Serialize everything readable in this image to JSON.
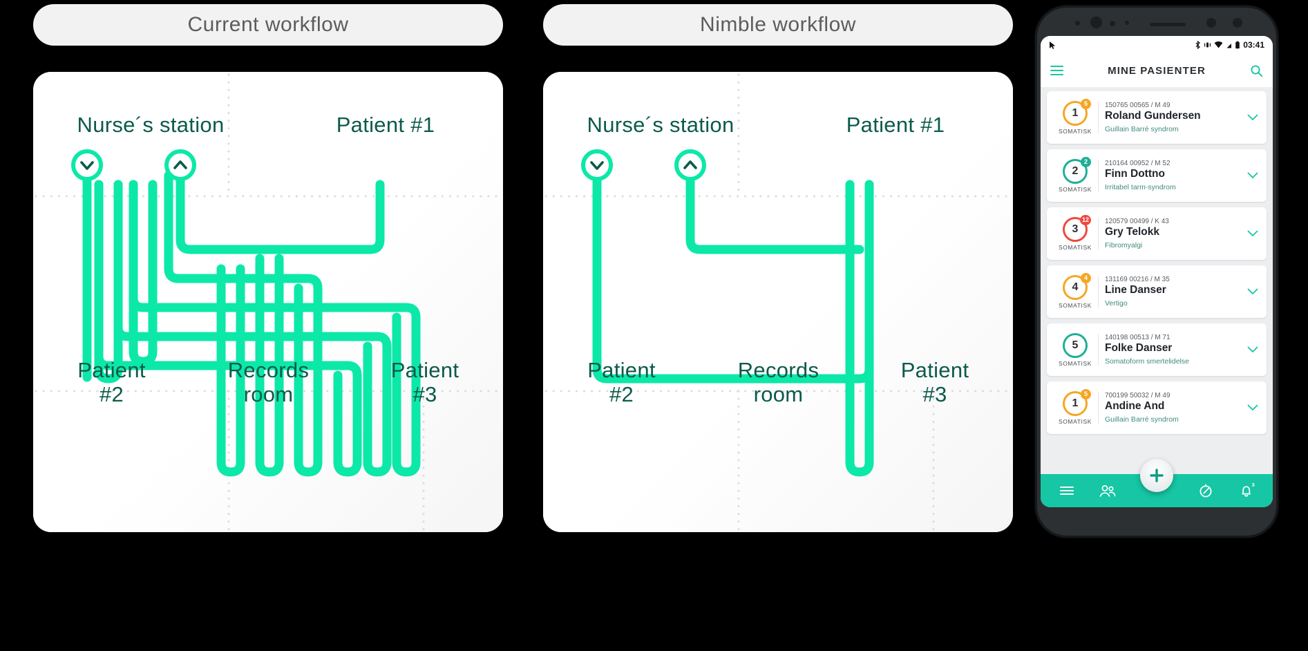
{
  "panels": [
    {
      "id": "current",
      "pill_label": "Current workflow",
      "zones": {
        "top_left": "Nurse´s station",
        "top_right": "Patient #1",
        "bottom_left": "Patient\n#2",
        "bottom_center": "Records\nroom",
        "bottom_right": "Patient\n#3"
      },
      "node_icons": [
        "chevron-down-icon",
        "chevron-up-icon"
      ]
    },
    {
      "id": "nimble",
      "pill_label": "Nimble workflow",
      "zones": {
        "top_left": "Nurse´s station",
        "top_right": "Patient #1",
        "bottom_left": "Patient\n#2",
        "bottom_center": "Records\nroom",
        "bottom_right": "Patient\n#3"
      },
      "node_icons": [
        "chevron-down-icon",
        "chevron-up-icon"
      ]
    }
  ],
  "colors": {
    "route_green": "#0ce8a8",
    "zone_label": "#0c5a4b",
    "pill_bg": "#f2f2f2",
    "pill_text": "#5c5c5c",
    "accent_teal": "#16c6a4",
    "badge_orange": "#f5a623",
    "badge_red": "#f0483e",
    "badge_teal": "#1fae97"
  },
  "phone": {
    "status_bar": {
      "time": "03:41",
      "icons": [
        "bluetooth-icon",
        "vibrate-icon",
        "wifi-icon",
        "signal-icon",
        "battery-icon"
      ]
    },
    "app_bar": {
      "menu_icon": "hamburger-icon",
      "title": "MINE PASIENTER",
      "search_icon": "search-icon"
    },
    "patients": [
      {
        "rank": "1",
        "badge": "5",
        "badge_color": "#f5a623",
        "ring_color": "#f5a623",
        "category": "SOMATISK",
        "id_line": "150765 00565  / M 49",
        "name": "Roland Gundersen",
        "diagnosis": "Guillain Barré syndrom"
      },
      {
        "rank": "2",
        "badge": "2",
        "badge_color": "#1fae97",
        "ring_color": "#1fae97",
        "category": "SOMATISK",
        "id_line": "210164 00952  / M 52",
        "name": "Finn Dottno",
        "diagnosis": "Irritabel tarm-syndrom"
      },
      {
        "rank": "3",
        "badge": "12",
        "badge_color": "#f0483e",
        "ring_color": "#f0483e",
        "category": "SOMATISK",
        "id_line": "120579 00499  / K 43",
        "name": "Gry Telokk",
        "diagnosis": "Fibromyalgi"
      },
      {
        "rank": "4",
        "badge": "4",
        "badge_color": "#f5a623",
        "ring_color": "#f5a623",
        "category": "SOMATISK",
        "id_line": "131169 00216 / M 35",
        "name": "Line Danser",
        "diagnosis": "Vertigo"
      },
      {
        "rank": "5",
        "badge": "",
        "badge_color": "transparent",
        "ring_color": "#1fae97",
        "category": "SOMATISK",
        "id_line": "140198 00513 / M 71",
        "name": "Folke Danser",
        "diagnosis": "Somatoform smertelidelse"
      },
      {
        "rank": "1",
        "badge": "5",
        "badge_color": "#f5a623",
        "ring_color": "#f5a623",
        "category": "SOMATISK",
        "id_line": "700199 50032  / M 49",
        "name": "Andine And",
        "diagnosis": "Guillain Barré syndrom"
      }
    ],
    "bottom_nav": {
      "items": [
        {
          "icon": "hamburger-icon",
          "badge": ""
        },
        {
          "icon": "people-icon",
          "badge": ""
        },
        {
          "icon": "stopwatch-icon",
          "badge": ""
        },
        {
          "icon": "bell-icon",
          "badge": "3"
        }
      ],
      "fab_icon": "plus-icon"
    }
  }
}
